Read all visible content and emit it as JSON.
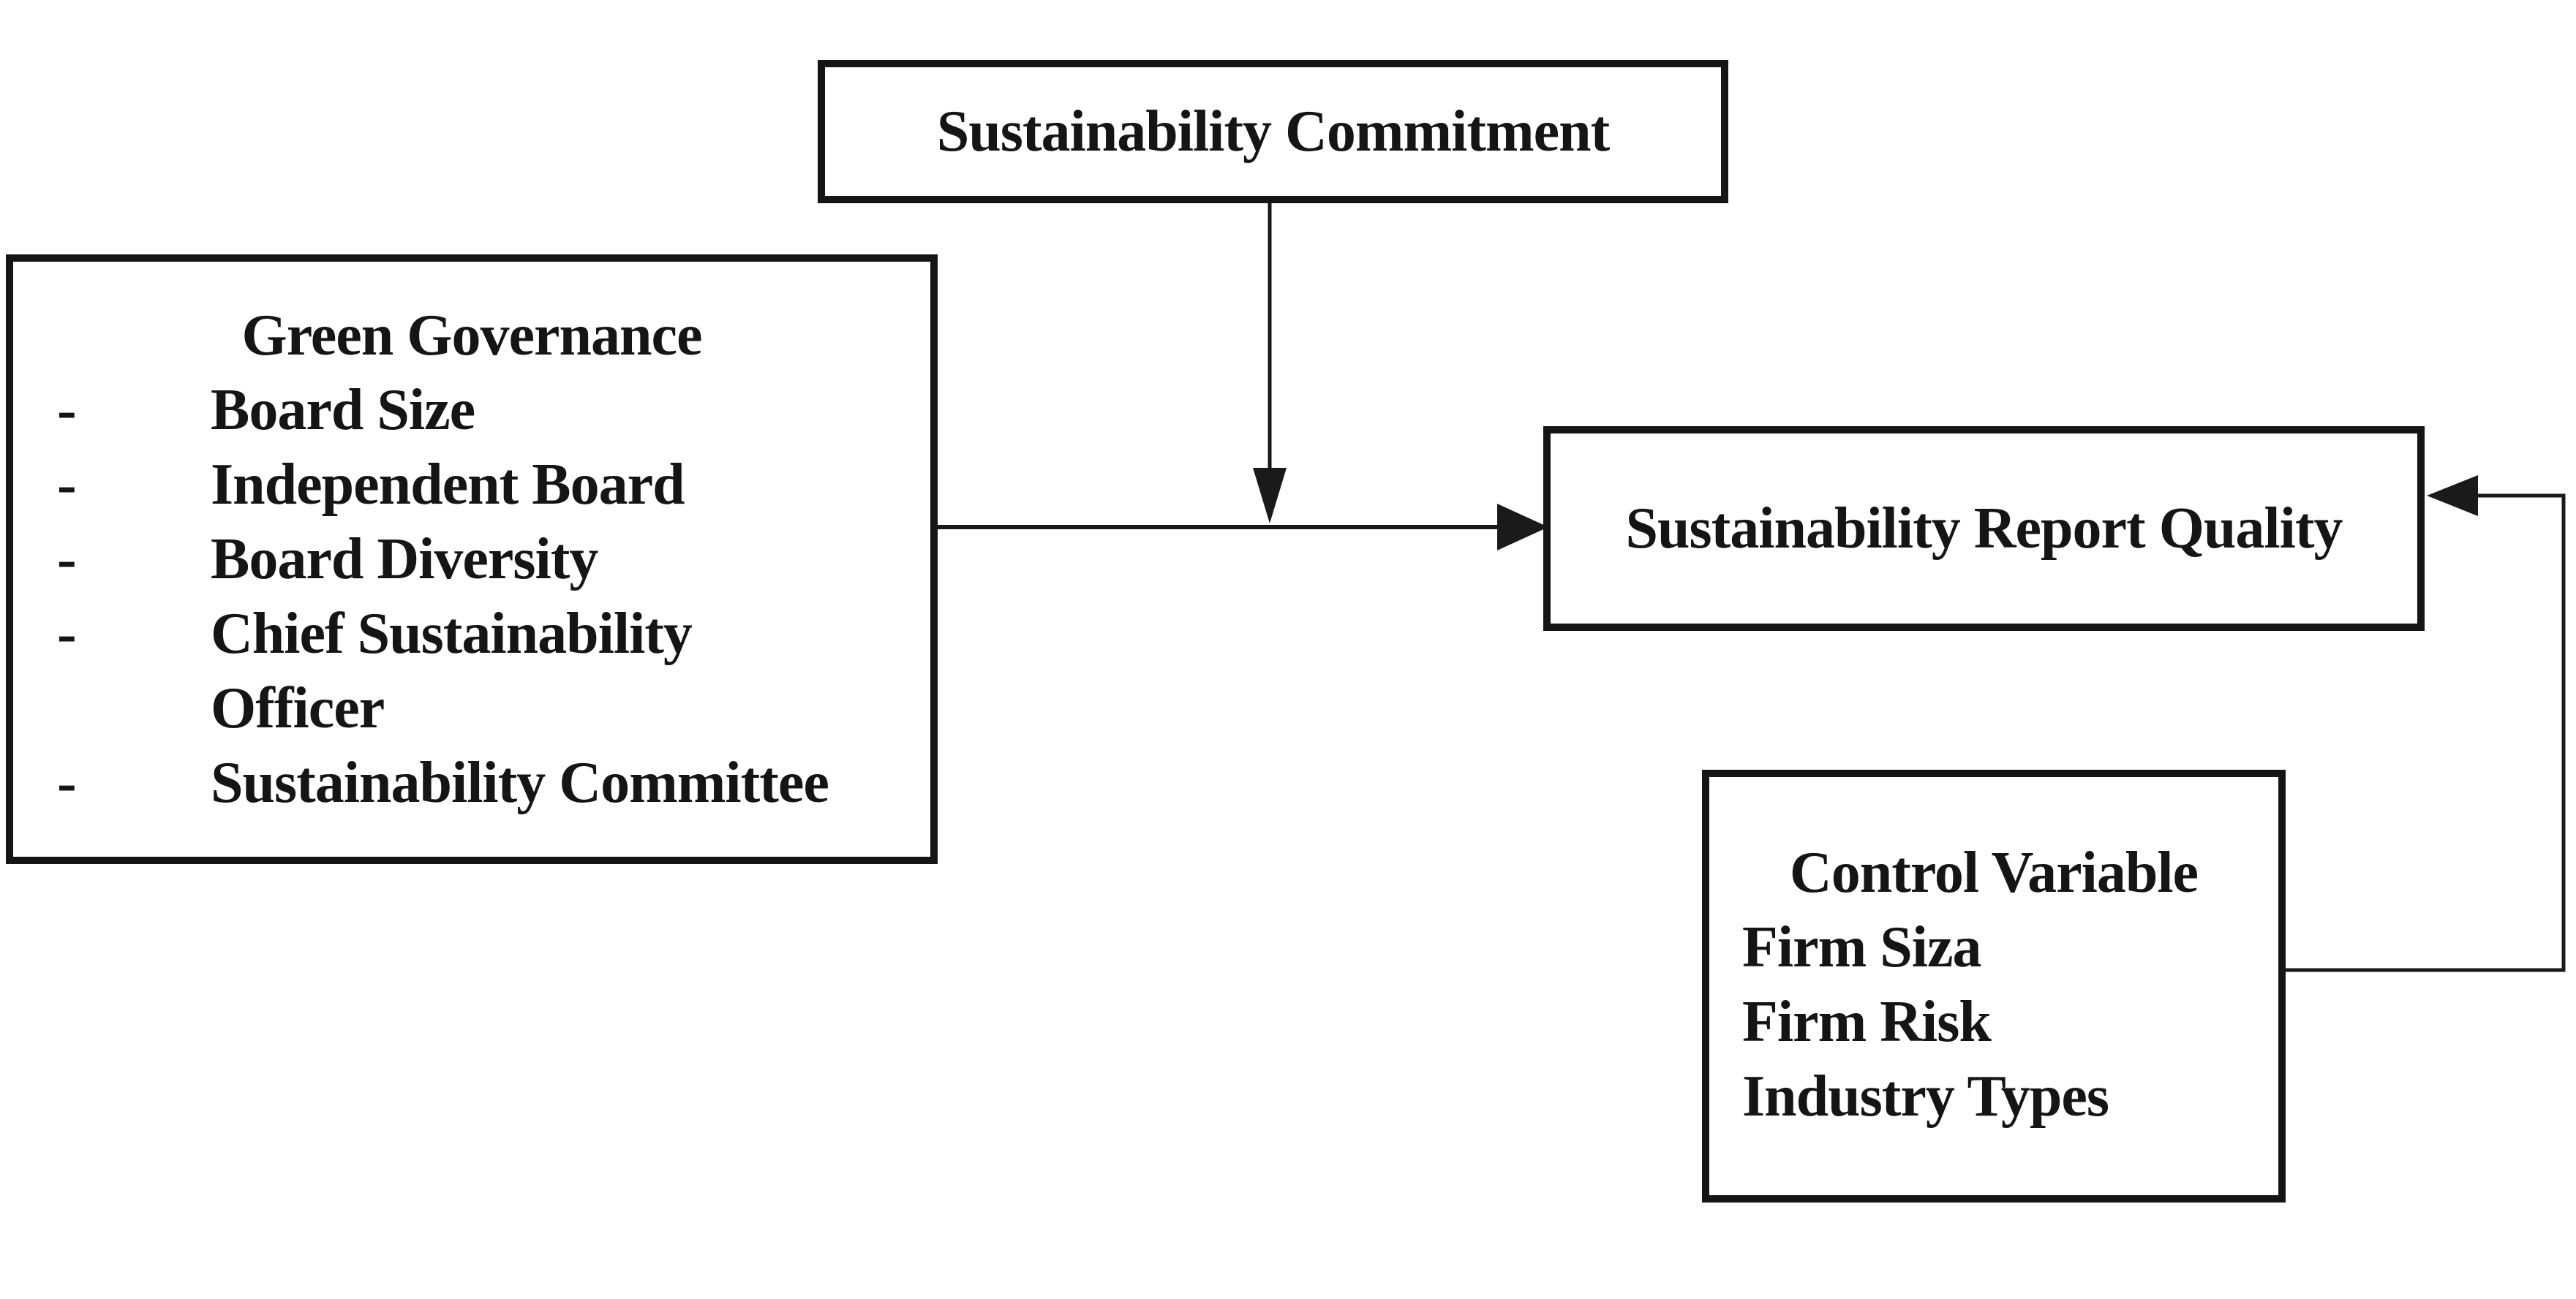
{
  "diagram": {
    "background": "#ffffff",
    "line_color": "#1a1a1a",
    "border_color": "#151515",
    "boxes": {
      "sustainability_commitment": {
        "label": "Sustainability Commitment"
      },
      "green_governance": {
        "title": "Green Governance",
        "items": [
          {
            "marker": "-",
            "lines": [
              "Board Size"
            ]
          },
          {
            "marker": "-",
            "lines": [
              "Independent Board"
            ]
          },
          {
            "marker": "-",
            "lines": [
              "Board Diversity"
            ]
          },
          {
            "marker": "-",
            "lines": [
              "Chief Sustainability",
              "Officer"
            ]
          },
          {
            "marker": "-",
            "lines": [
              "Sustainability Committee"
            ]
          }
        ]
      },
      "sustainability_report_quality": {
        "label": "Sustainability Report Quality"
      },
      "control_variable": {
        "title": "Control Variable",
        "items": [
          "Firm Siza",
          "Firm Risk",
          "Industry Types"
        ]
      }
    },
    "connections": [
      {
        "name": "main-effect",
        "from": "green_governance",
        "to": "sustainability_report_quality"
      },
      {
        "name": "moderation",
        "from": "sustainability_commitment",
        "to": "main-effect"
      },
      {
        "name": "control",
        "from": "control_variable",
        "to": "sustainability_report_quality"
      }
    ]
  }
}
